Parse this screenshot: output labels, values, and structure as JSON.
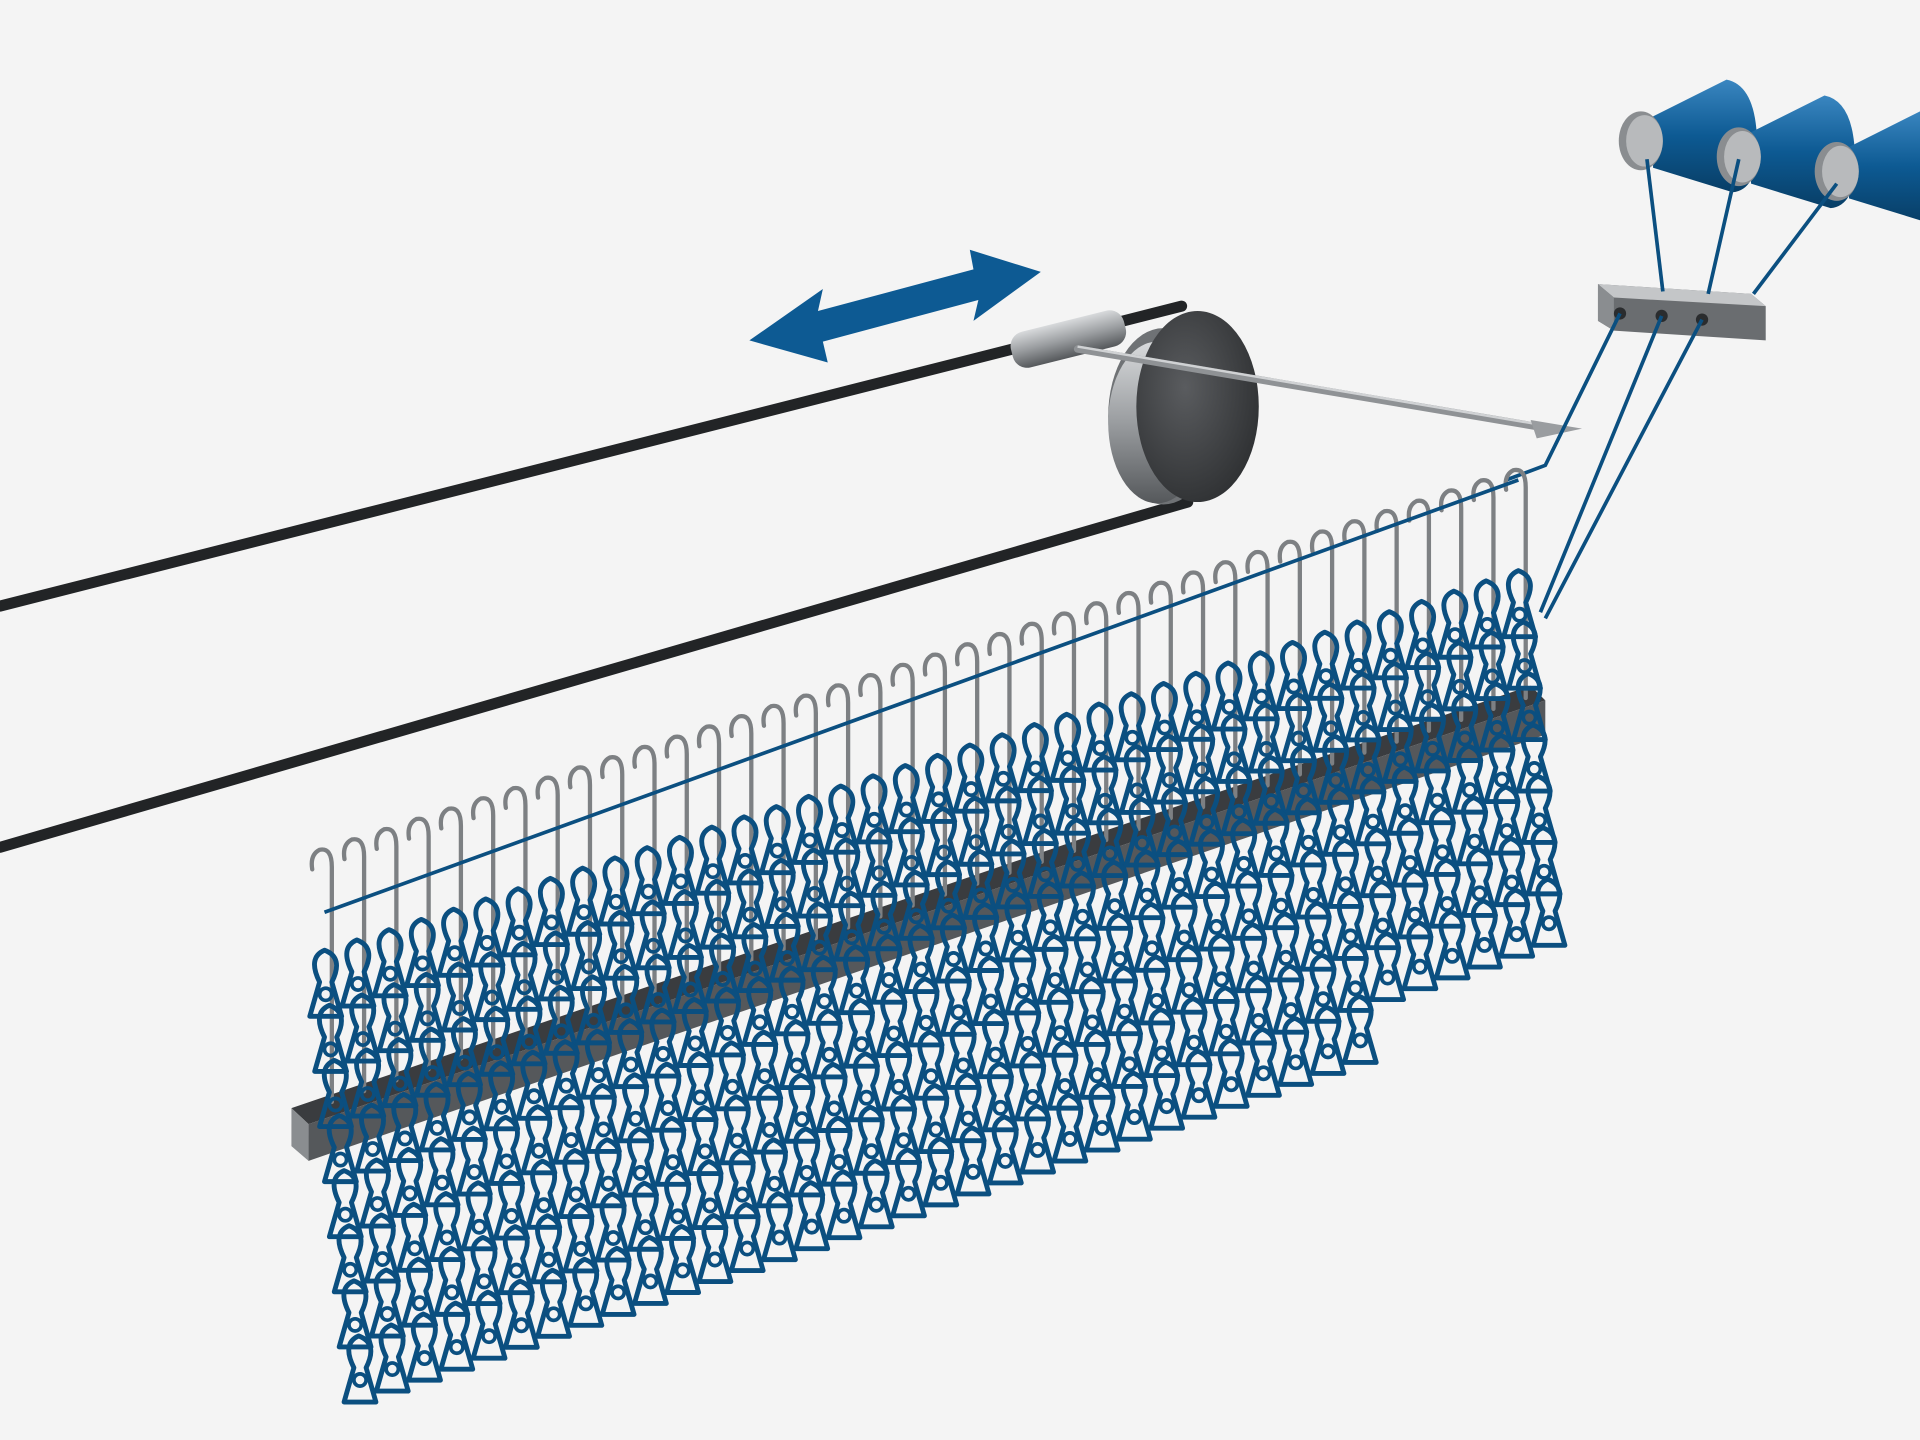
{
  "illustration": {
    "subject_icons": [
      "double-arrow-icon",
      "pulley-icon",
      "yarn-cone-icon",
      "thread-guide-icon",
      "needle-icon",
      "knitted-fabric-icon"
    ],
    "colors": {
      "background": "#f4f4f4",
      "yarn": "#0b4f80",
      "arrow": "#0d5a93",
      "cone": "#0d5a93",
      "belt": "#222426",
      "metal": "#8a8d90",
      "metal_dark": "#4a4c4f"
    },
    "cone_count": 3,
    "needle_count": 38,
    "fabric_rows": 8
  }
}
